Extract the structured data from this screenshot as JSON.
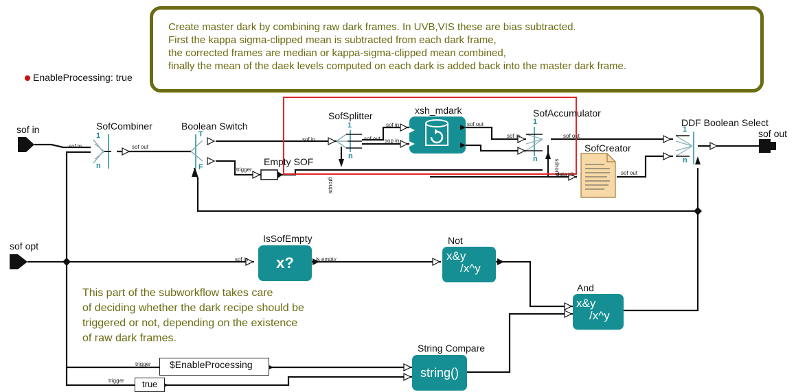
{
  "annotation": {
    "lines": [
      "Create  master dark by combining raw dark frames. In UVB,VIS these are bias subtracted.",
      "First the kappa sigma-clipped mean is subtracted from each dark frame,",
      "the corrected frames are median or kappa-sigma-clipped mean combined,",
      "finally the mean of the daek levels computed on each dark is added back into the master dark frame."
    ],
    "border_color": "#6b6b12"
  },
  "parameter": {
    "label": "EnableProcessing: true"
  },
  "ports": {
    "sof_in": "sof in",
    "sof_opt": "sof opt",
    "sof_out": "sof out"
  },
  "actors": {
    "sof_combiner": "SofCombiner",
    "boolean_switch": "Boolean Switch",
    "empty_sof": "Empty SOF",
    "sof_splitter": "SofSplitter",
    "xsh_mdark": "xsh_mdark",
    "sof_accumulator": "SofAccumulator",
    "sof_creator": "SofCreator",
    "ddf_boolean_select": "DDF Boolean Select",
    "is_sof_empty": "IsSofEmpty",
    "not": "Not",
    "and": "And",
    "string_compare": "String Compare"
  },
  "actor_text": {
    "is_sof_empty_symbol": "x?",
    "not_symbol_top": "x&y",
    "not_symbol_bottom": "/x^y",
    "and_symbol_top": "x&y",
    "and_symbol_bottom": "/x^y",
    "string_compare_symbol": "string()"
  },
  "constants": {
    "enable_processing_expr": "$EnableProcessing",
    "true_value": "true"
  },
  "port_labels": {
    "sof_in": "sof in",
    "sof_out": "sof out",
    "sop_in": "sop in",
    "trigger": "trigger",
    "groups": "groups",
    "is_empty": "is empty",
    "data_dir": "data dir",
    "T": "T",
    "F": "F",
    "one": "1",
    "n": "n"
  },
  "note": {
    "lines": [
      "This part of the subworkflow takes care",
      "of deciding whether the dark recipe should be",
      "triggered or not, depending on the existence",
      "of raw dark frames."
    ]
  },
  "colors": {
    "actor_teal": "#168f94",
    "note_olive": "#6b6b12",
    "highlight_red": "#e0262a",
    "parameter_dot": "#cc1111",
    "sofcreator_fill": "#f6d9a6"
  }
}
